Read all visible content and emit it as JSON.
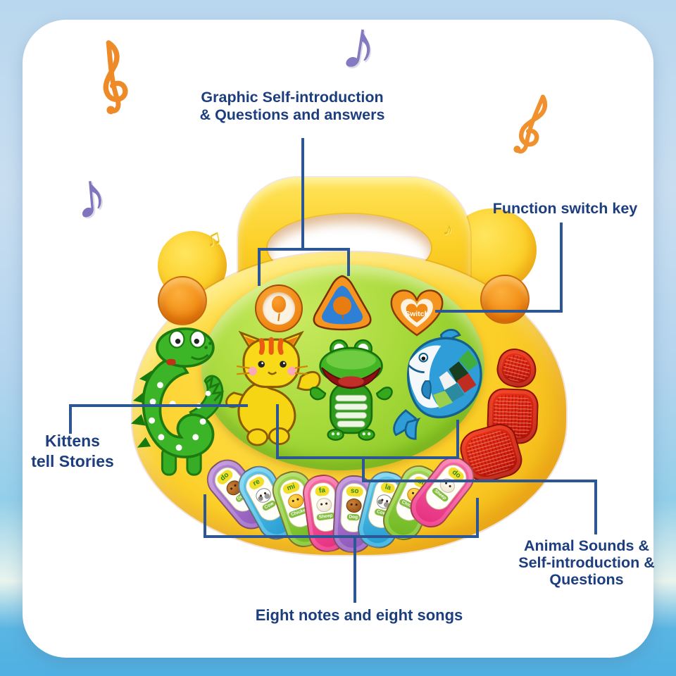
{
  "labels": {
    "graphic_intro": {
      "line1": "Graphic Self-introduction",
      "line2": "& Questions and answers"
    },
    "function_switch": "Function switch key",
    "kittens": {
      "line1": "Kittens",
      "line2": "tell Stories"
    },
    "animal_sounds": {
      "line1": "Animal Sounds &",
      "line2": "Self-introduction &",
      "line3": "Questions"
    },
    "eight_notes": "Eight notes and eight songs"
  },
  "toy": {
    "switch_button_label": "Switch",
    "keys": [
      {
        "note": "do",
        "animal": "Dog"
      },
      {
        "note": "re",
        "animal": "Cow"
      },
      {
        "note": "mi",
        "animal": "Chicken"
      },
      {
        "note": "fa",
        "animal": "Sheep"
      },
      {
        "note": "so",
        "animal": "Dog"
      },
      {
        "note": "la",
        "animal": "Cow"
      },
      {
        "note": "si",
        "animal": "Chicken"
      },
      {
        "note": "do",
        "animal": "Sheep"
      }
    ]
  },
  "colors": {
    "label_text": "#1d3e7e",
    "leader_line": "#2c5794",
    "toy_yellow": "#fbd42a",
    "panel_green": "#9cd435",
    "accent_orange": "#f5941e",
    "button_red": "#da251c",
    "key_purple": "#9c63c4",
    "key_blue": "#2fa8d8",
    "key_green": "#7cc22e",
    "key_pink": "#ef3f8e"
  }
}
